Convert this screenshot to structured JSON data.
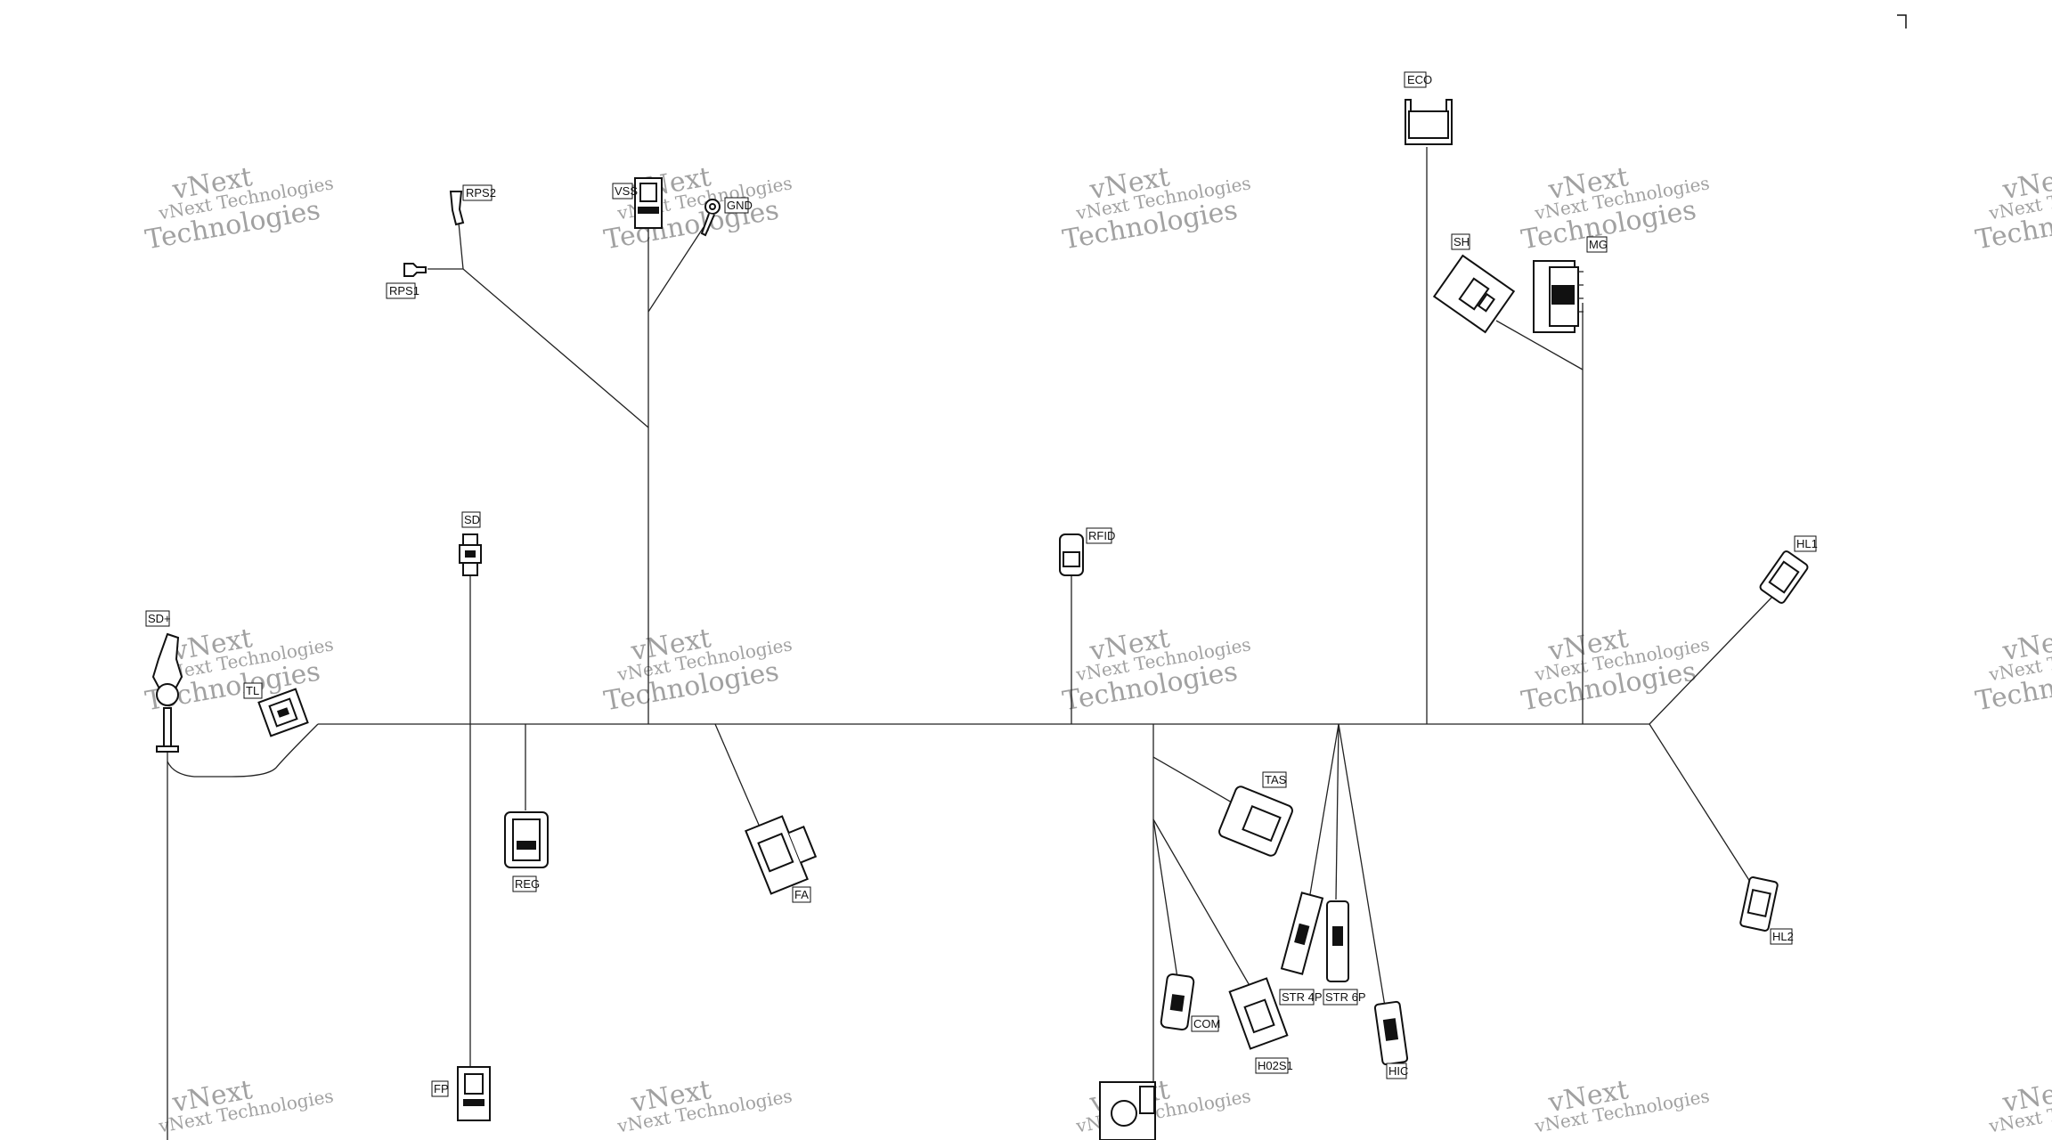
{
  "watermark": {
    "line1": "vNext",
    "line2": "vNext Technologies",
    "line3": "Technologies"
  },
  "labels": {
    "eco": "ECO",
    "vss": "VSS",
    "gnd": "GND",
    "rps2": "RPS2",
    "rps1": "RPS1",
    "sh": "SH",
    "mg": "MG",
    "sd": "SD",
    "rfid": "RFID",
    "hl1": "HL1",
    "sd_plus": "SD+",
    "tl": "TL",
    "reg": "REG",
    "fa": "FA",
    "tas": "TAS",
    "str4p": "STR 4P",
    "str6p": "STR 6P",
    "com": "COM",
    "ho2s1": "H02S1",
    "hic": "HIC",
    "hl2": "HL2",
    "fp": "FP"
  }
}
